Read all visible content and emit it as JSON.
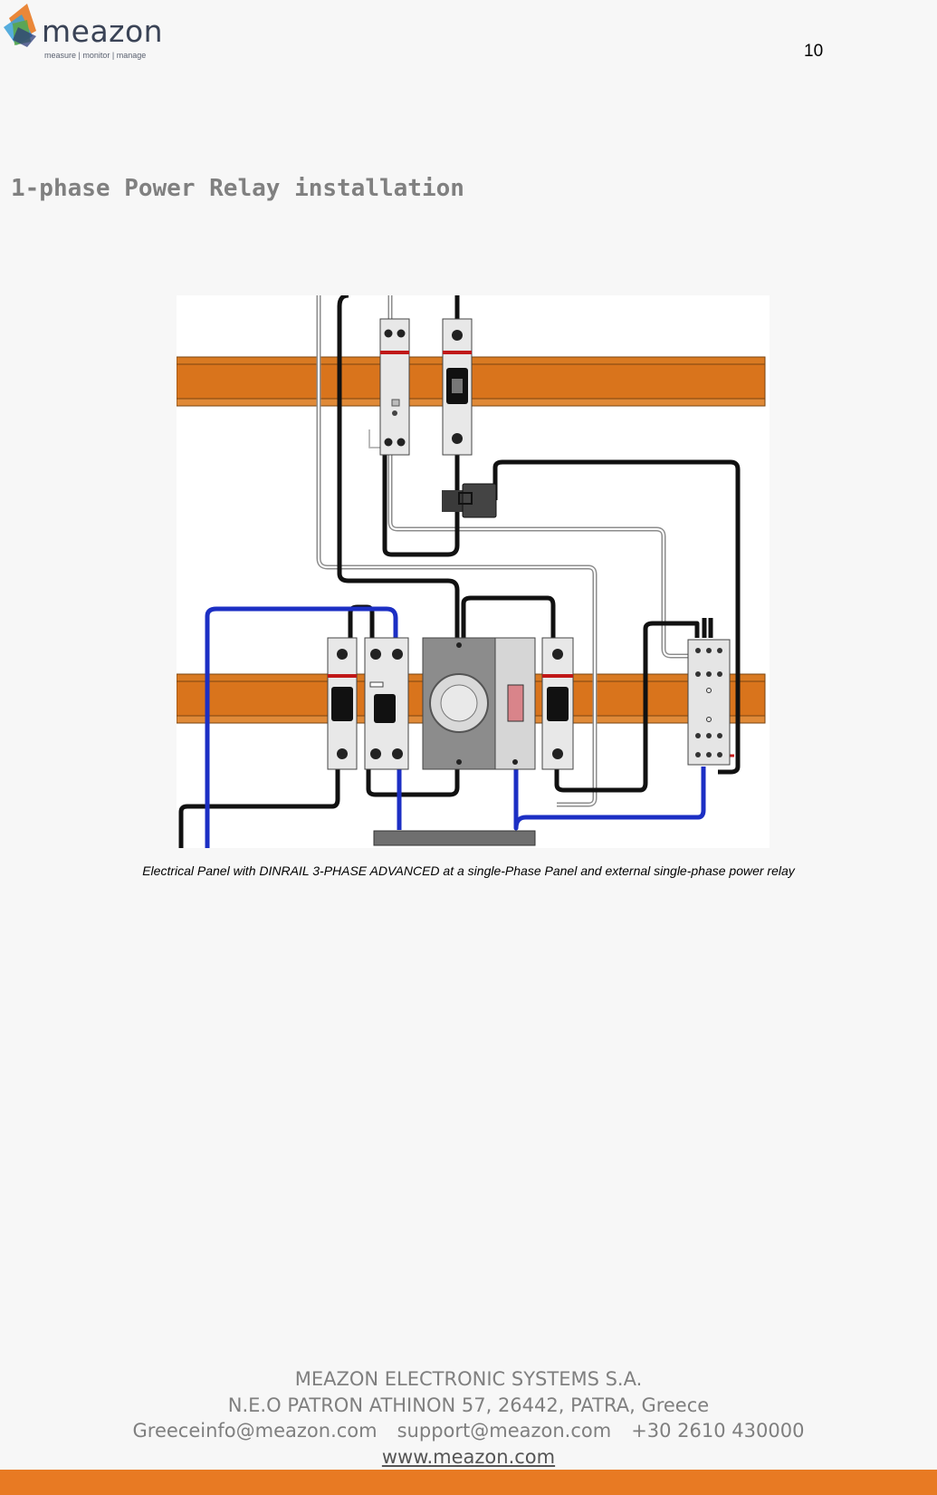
{
  "header": {
    "logo_word": "meazon",
    "logo_tagline": "measure | monitor | manage",
    "page_number": "10"
  },
  "section": {
    "title": "1-phase Power Relay installation"
  },
  "figure": {
    "caption": "Electrical Panel with DINRAIL 3-PHASE ADVANCED at a single-Phase Panel and external single-phase power relay"
  },
  "footer": {
    "company": "MEAZON ELECTRONIC SYSTEMS S.A.",
    "address": "N.E.O PATRON ATHINON 57, 26442, PATRA, Greece",
    "email_info": "Greeceinfo@meazon.com",
    "email_support": "support@meazon.com",
    "phone": "+30 2610 430000",
    "website": "www.meazon.com",
    "bar_color": "#e87a23"
  }
}
